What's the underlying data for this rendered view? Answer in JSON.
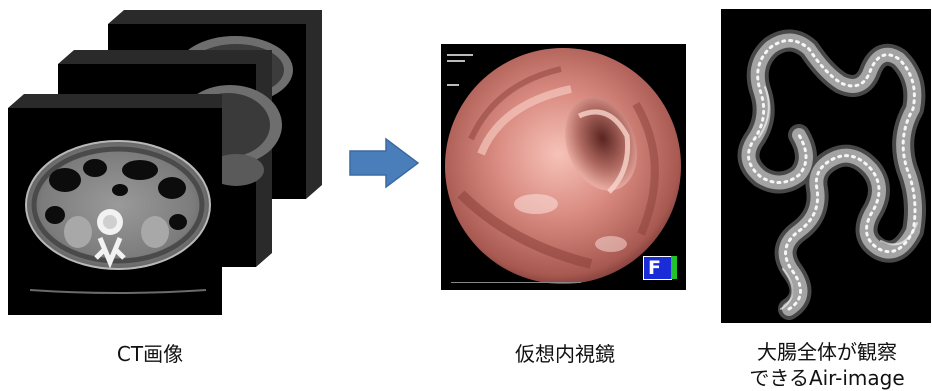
{
  "captions": {
    "ct": "CT画像",
    "virtual_endoscopy": "仮想内視鏡",
    "air_image_line1": "大腸全体が観察",
    "air_image_line2": "できるAir-image"
  },
  "endoscopy_overlay": {
    "badge_letter": "F"
  },
  "colors": {
    "arrow": "#4a7ebb",
    "tissue": "#d98a80",
    "slice_bg": "#000000",
    "badge_blue": "#1a2bd8",
    "badge_green": "#22c32a"
  }
}
